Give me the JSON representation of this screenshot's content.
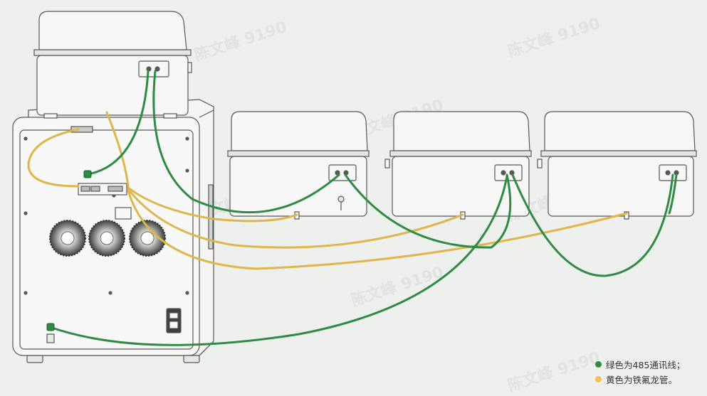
{
  "legend": {
    "green_label": "绿色为485通讯线；",
    "yellow_label": "黄色为铁氟龙管。"
  },
  "watermark_text": "陈文峰 9190",
  "colors": {
    "cable_green": "#2f8a44",
    "tube_yellow": "#e0b54a",
    "outline": "#555a55",
    "background": "#eef0ee"
  }
}
